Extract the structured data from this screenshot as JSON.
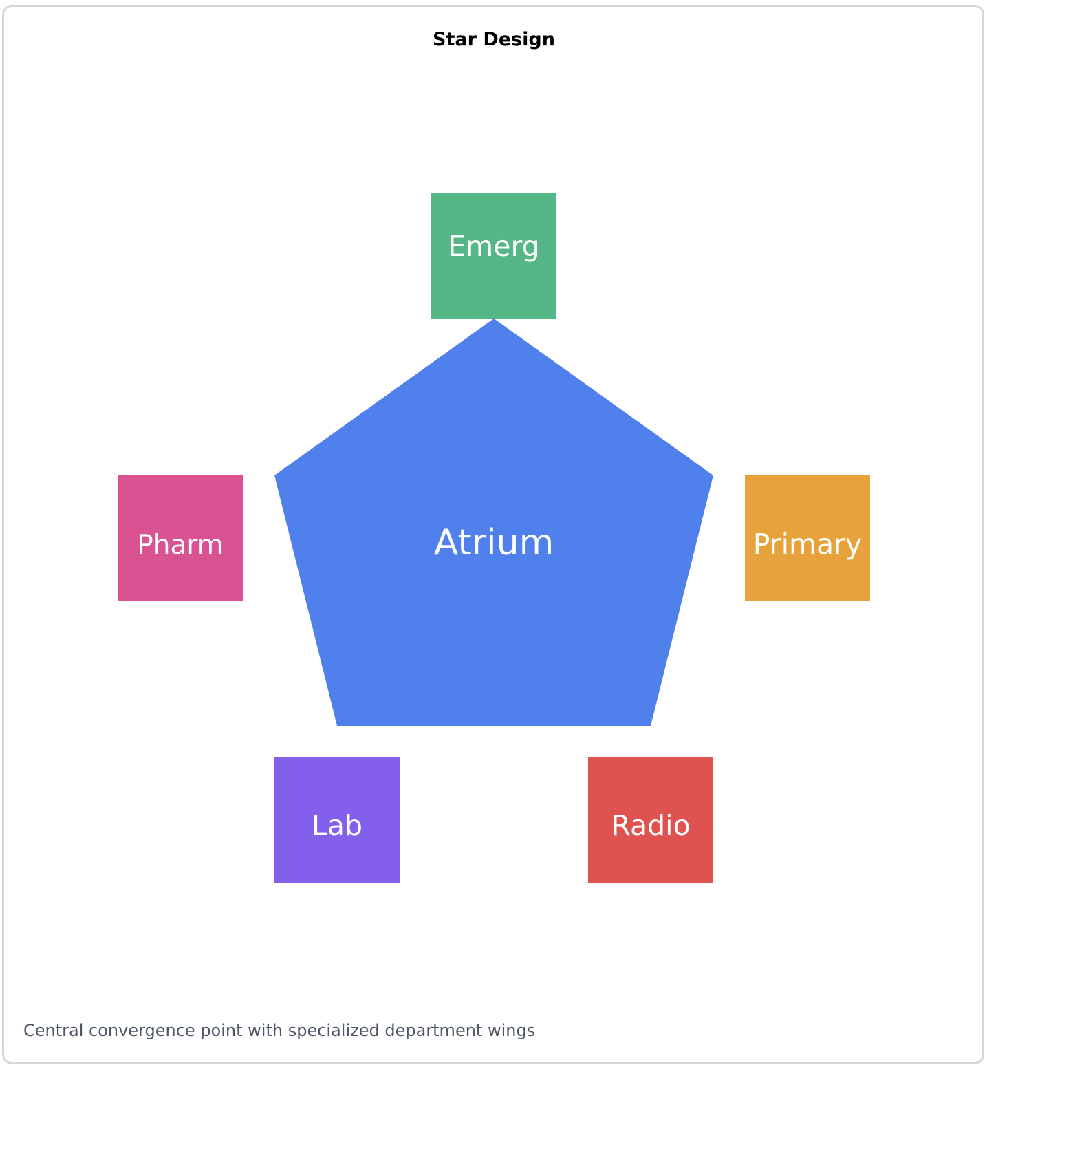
{
  "title": "Star Design",
  "caption": "Central convergence point with specialized department wings",
  "hub": {
    "label": "Atrium",
    "color": "#4f80ec"
  },
  "wings": [
    {
      "id": "emerg",
      "label": "Emerg",
      "color": "#55b785"
    },
    {
      "id": "primary",
      "label": "Primary",
      "color": "#e8a23b"
    },
    {
      "id": "radio",
      "label": "Radio",
      "color": "#de5350"
    },
    {
      "id": "lab",
      "label": "Lab",
      "color": "#835fec"
    },
    {
      "id": "pharm",
      "label": "Pharm",
      "color": "#d95393"
    }
  ]
}
